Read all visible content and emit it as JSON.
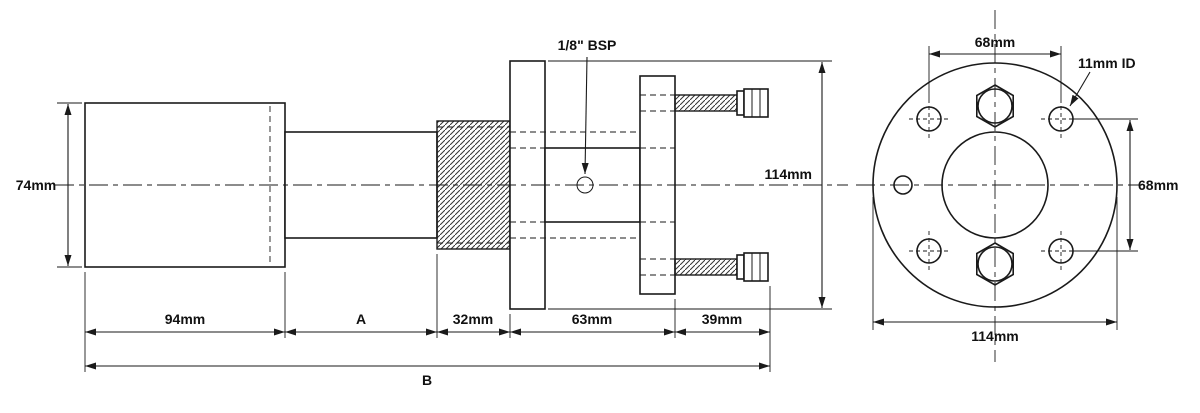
{
  "side_view": {
    "body_diameter_label": "74mm",
    "body_length_label": "94mm",
    "section_a_label": "A",
    "thread_length_label": "32mm",
    "flange_section_label": "63mm",
    "stud_length_label": "39mm",
    "overall_length_label": "B",
    "flange_height_label": "114mm",
    "port_label": "1/8\" BSP"
  },
  "end_view": {
    "bolt_spacing_top_label": "68mm",
    "bolt_spacing_right_label": "68mm",
    "bolt_hole_label": "11mm ID",
    "flange_diameter_label": "114mm"
  },
  "colors": {
    "line": "#1a1a1a",
    "background": "#ffffff"
  }
}
